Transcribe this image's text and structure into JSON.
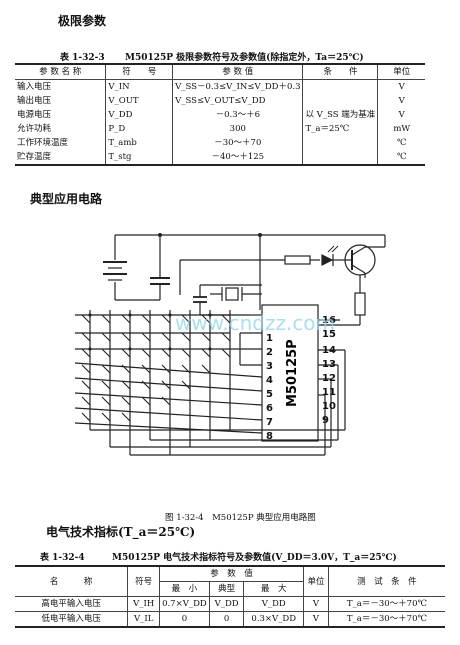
{
  "section1": {
    "title": "极限参数"
  },
  "table1": {
    "label": "表 1-32-3",
    "title": "M50125P 极限参数符号及参数值(除指定外，Ta＝25℃)",
    "headers": [
      "参 数 名 称",
      "符　　号",
      "参 数 值",
      "条　　件",
      "单位"
    ],
    "rows": [
      [
        "输入电压",
        "V_IN",
        "V_SS－0.3≤V_IN≤V_DD＋0.3",
        "",
        "V"
      ],
      [
        "输出电压",
        "V_OUT",
        "V_SS≤V_OUT≤V_DD",
        "",
        "V"
      ],
      [
        "电源电压",
        "V_DD",
        "－0.3～＋6",
        "以 V_SS 端为基准",
        "V"
      ],
      [
        "允许功耗",
        "P_D",
        "300",
        "T_a＝25℃",
        "mW"
      ],
      [
        "工作环境温度",
        "T_amb",
        "－30～＋70",
        "",
        "℃"
      ],
      [
        "贮存温度",
        "T_stg",
        "－40～＋125",
        "",
        "℃"
      ]
    ]
  },
  "section2": {
    "title": "典型应用电路"
  },
  "circuit": {
    "chip_label": "M50125P",
    "left_pins": [
      "1",
      "2",
      "3",
      "4",
      "5",
      "6",
      "7",
      "8"
    ],
    "right_pins": [
      "16",
      "15",
      "14",
      "13",
      "12",
      "11",
      "10",
      "9"
    ],
    "watermark": "www.cndzz.com",
    "caption": "图 1-32-4　M50125P 典型应用电路图"
  },
  "section3": {
    "title": "电气技术指标(T_a＝25℃)"
  },
  "table2": {
    "label": "表 1-32-4",
    "title": "M50125P 电气技术指标符号及参数值(V_DD＝3.0V，T_a＝25℃)",
    "h_name": "名　　　称",
    "h_symbol": "符号",
    "h_values": "参　数　值",
    "h_min": "最　小",
    "h_typ": "典型",
    "h_max": "最　大",
    "h_unit": "单位",
    "h_cond": "测　试　条　件",
    "rows": [
      [
        "高电平输入电压",
        "V_IH",
        "0.7×V_DD",
        "V_DD",
        "V_DD",
        "V",
        "T_a＝－30～＋70℃"
      ],
      [
        "低电平输入电压",
        "V_IL",
        "0",
        "0",
        "0.3×V_DD",
        "V",
        "T_a＝－30～＋70℃"
      ]
    ]
  }
}
